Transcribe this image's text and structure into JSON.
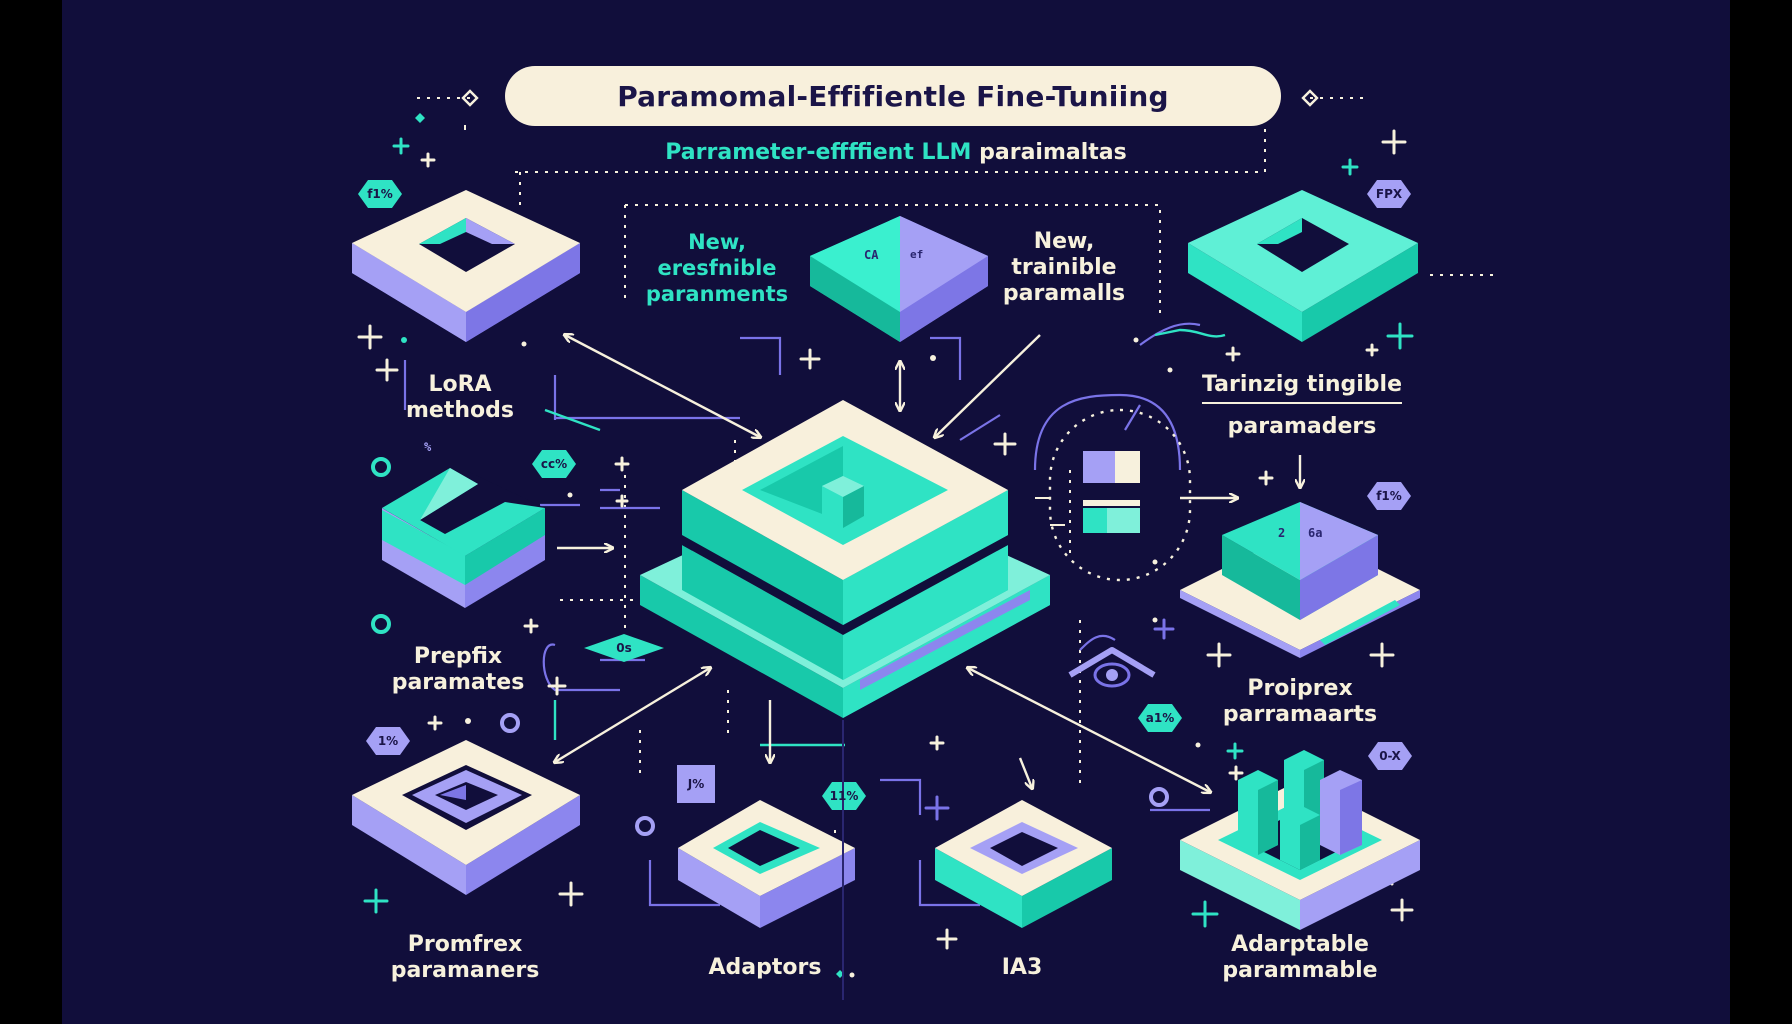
{
  "title": "Paramomal-Effifientle Fine-Tuniing",
  "subtitle": {
    "part1": "Parrameter-effffient",
    "part2": "LLM",
    "part3": "paraimaltas"
  },
  "top_labels": {
    "left": [
      "New,",
      "eresfnible",
      "paranments"
    ],
    "right": [
      "New,",
      "trainible",
      "paramalls"
    ]
  },
  "top_block_text": {
    "left": "CA",
    "right": "ef"
  },
  "right_block_text": {
    "left": "2",
    "right": "6a"
  },
  "nodes": {
    "lora": [
      "LoRA",
      "methods"
    ],
    "prefix": [
      "Prepfix",
      "paramates"
    ],
    "promfrex": [
      "Promfrex",
      "paramaners"
    ],
    "adaptors": "Adaptors",
    "ia3": "IA3",
    "adarptable": [
      "Adarptable",
      "parammable"
    ],
    "proiprex": [
      "Proiprex",
      "parramaarts"
    ],
    "tarinzig": [
      "Tarinzig tingible",
      "paramaders"
    ]
  },
  "badges": {
    "b1": "f1%",
    "b2": "cc%",
    "b3": "0s",
    "b4": "1%",
    "b5": "J%",
    "b6": "11%",
    "b7": "FPX",
    "b8": "f1%",
    "b9": "a1%",
    "b10": "0-X"
  },
  "small_marks": {
    "m1": "%"
  },
  "colors": {
    "background": "#110e3b",
    "teal": "#2fe3c4",
    "lavender": "#a5a0f5",
    "cream": "#f8f0dc",
    "navy": "#1b1548"
  },
  "icons": [
    "plus-icon",
    "diamond-icon",
    "ring-icon",
    "arrow-icon",
    "eye-icon"
  ]
}
